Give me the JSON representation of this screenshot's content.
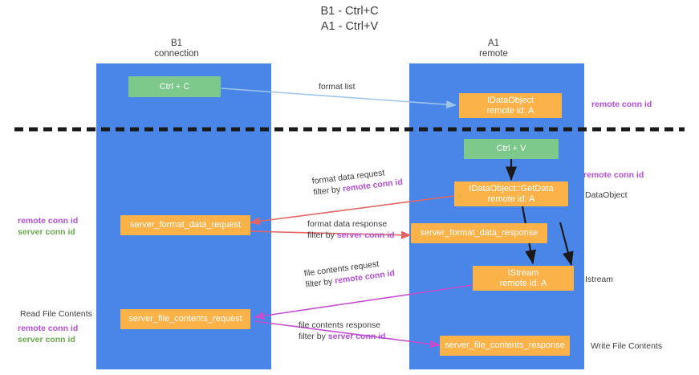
{
  "title": {
    "line1": "B1 - Ctrl+C",
    "line2": "A1 - Ctrl+V"
  },
  "columns": [
    {
      "name": "B1",
      "role": "connection"
    },
    {
      "name": "A1",
      "role": "remote"
    }
  ],
  "nodes": {
    "ctrl_c": {
      "label": "Ctrl + C"
    },
    "idataobject": {
      "line1": "IDataObject",
      "line2": "remote id: A"
    },
    "ctrl_v": {
      "label": "Ctrl + V"
    },
    "getdata": {
      "line1": "IDataObject::GetData",
      "line2": "remote id: A"
    },
    "server_format_data_request": {
      "label": "server_format_data_request"
    },
    "server_format_data_response": {
      "label": "server_format_data_response"
    },
    "istream": {
      "line1": "IStream",
      "line2": "remote id: A"
    },
    "server_file_contents_request": {
      "label": "server_file_contents_request"
    },
    "server_file_contents_response": {
      "label": "server_file_contents_response"
    }
  },
  "edges": {
    "format_list": {
      "label": "format list"
    },
    "format_data_request": {
      "line1": "format data request",
      "prefix": "filter by ",
      "highlight": "remote conn id"
    },
    "format_data_response": {
      "line1": "format data response",
      "prefix": "filter by ",
      "highlight": "server conn id"
    },
    "file_contents_request": {
      "line1": "file contents request",
      "prefix": "filter by ",
      "highlight": "remote conn id"
    },
    "file_contents_response": {
      "line1": "file contents response",
      "prefix": "filter by ",
      "highlight": "server conn id"
    }
  },
  "annotations": {
    "remote_conn_id_top": {
      "text": "remote conn id"
    },
    "remote_conn_id_mid": {
      "text": "remote conn id"
    },
    "dataobject": {
      "text": "DataObject"
    },
    "istream": {
      "text": "Istream"
    },
    "write_file_contents": {
      "text": "Write File Contents"
    },
    "read_file_contents": {
      "text": "Read File Contents"
    },
    "left_conn_mid": {
      "purple": "remote conn id",
      "green": "server conn id"
    },
    "left_conn_bottom": {
      "purple": "remote conn id",
      "green": "server conn id"
    }
  },
  "colors": {
    "lane": "#4a86e8",
    "green_node": "#7dc98b",
    "orange_node": "#fbb249",
    "purple": "#b14fd8",
    "green_text": "#6aa84f",
    "arrow_blue": "#9fc5e8",
    "arrow_red": "#e06666",
    "arrow_magenta": "#c34fd0",
    "arrow_black": "#1a1a1a",
    "divider": "#1a1a1a"
  }
}
